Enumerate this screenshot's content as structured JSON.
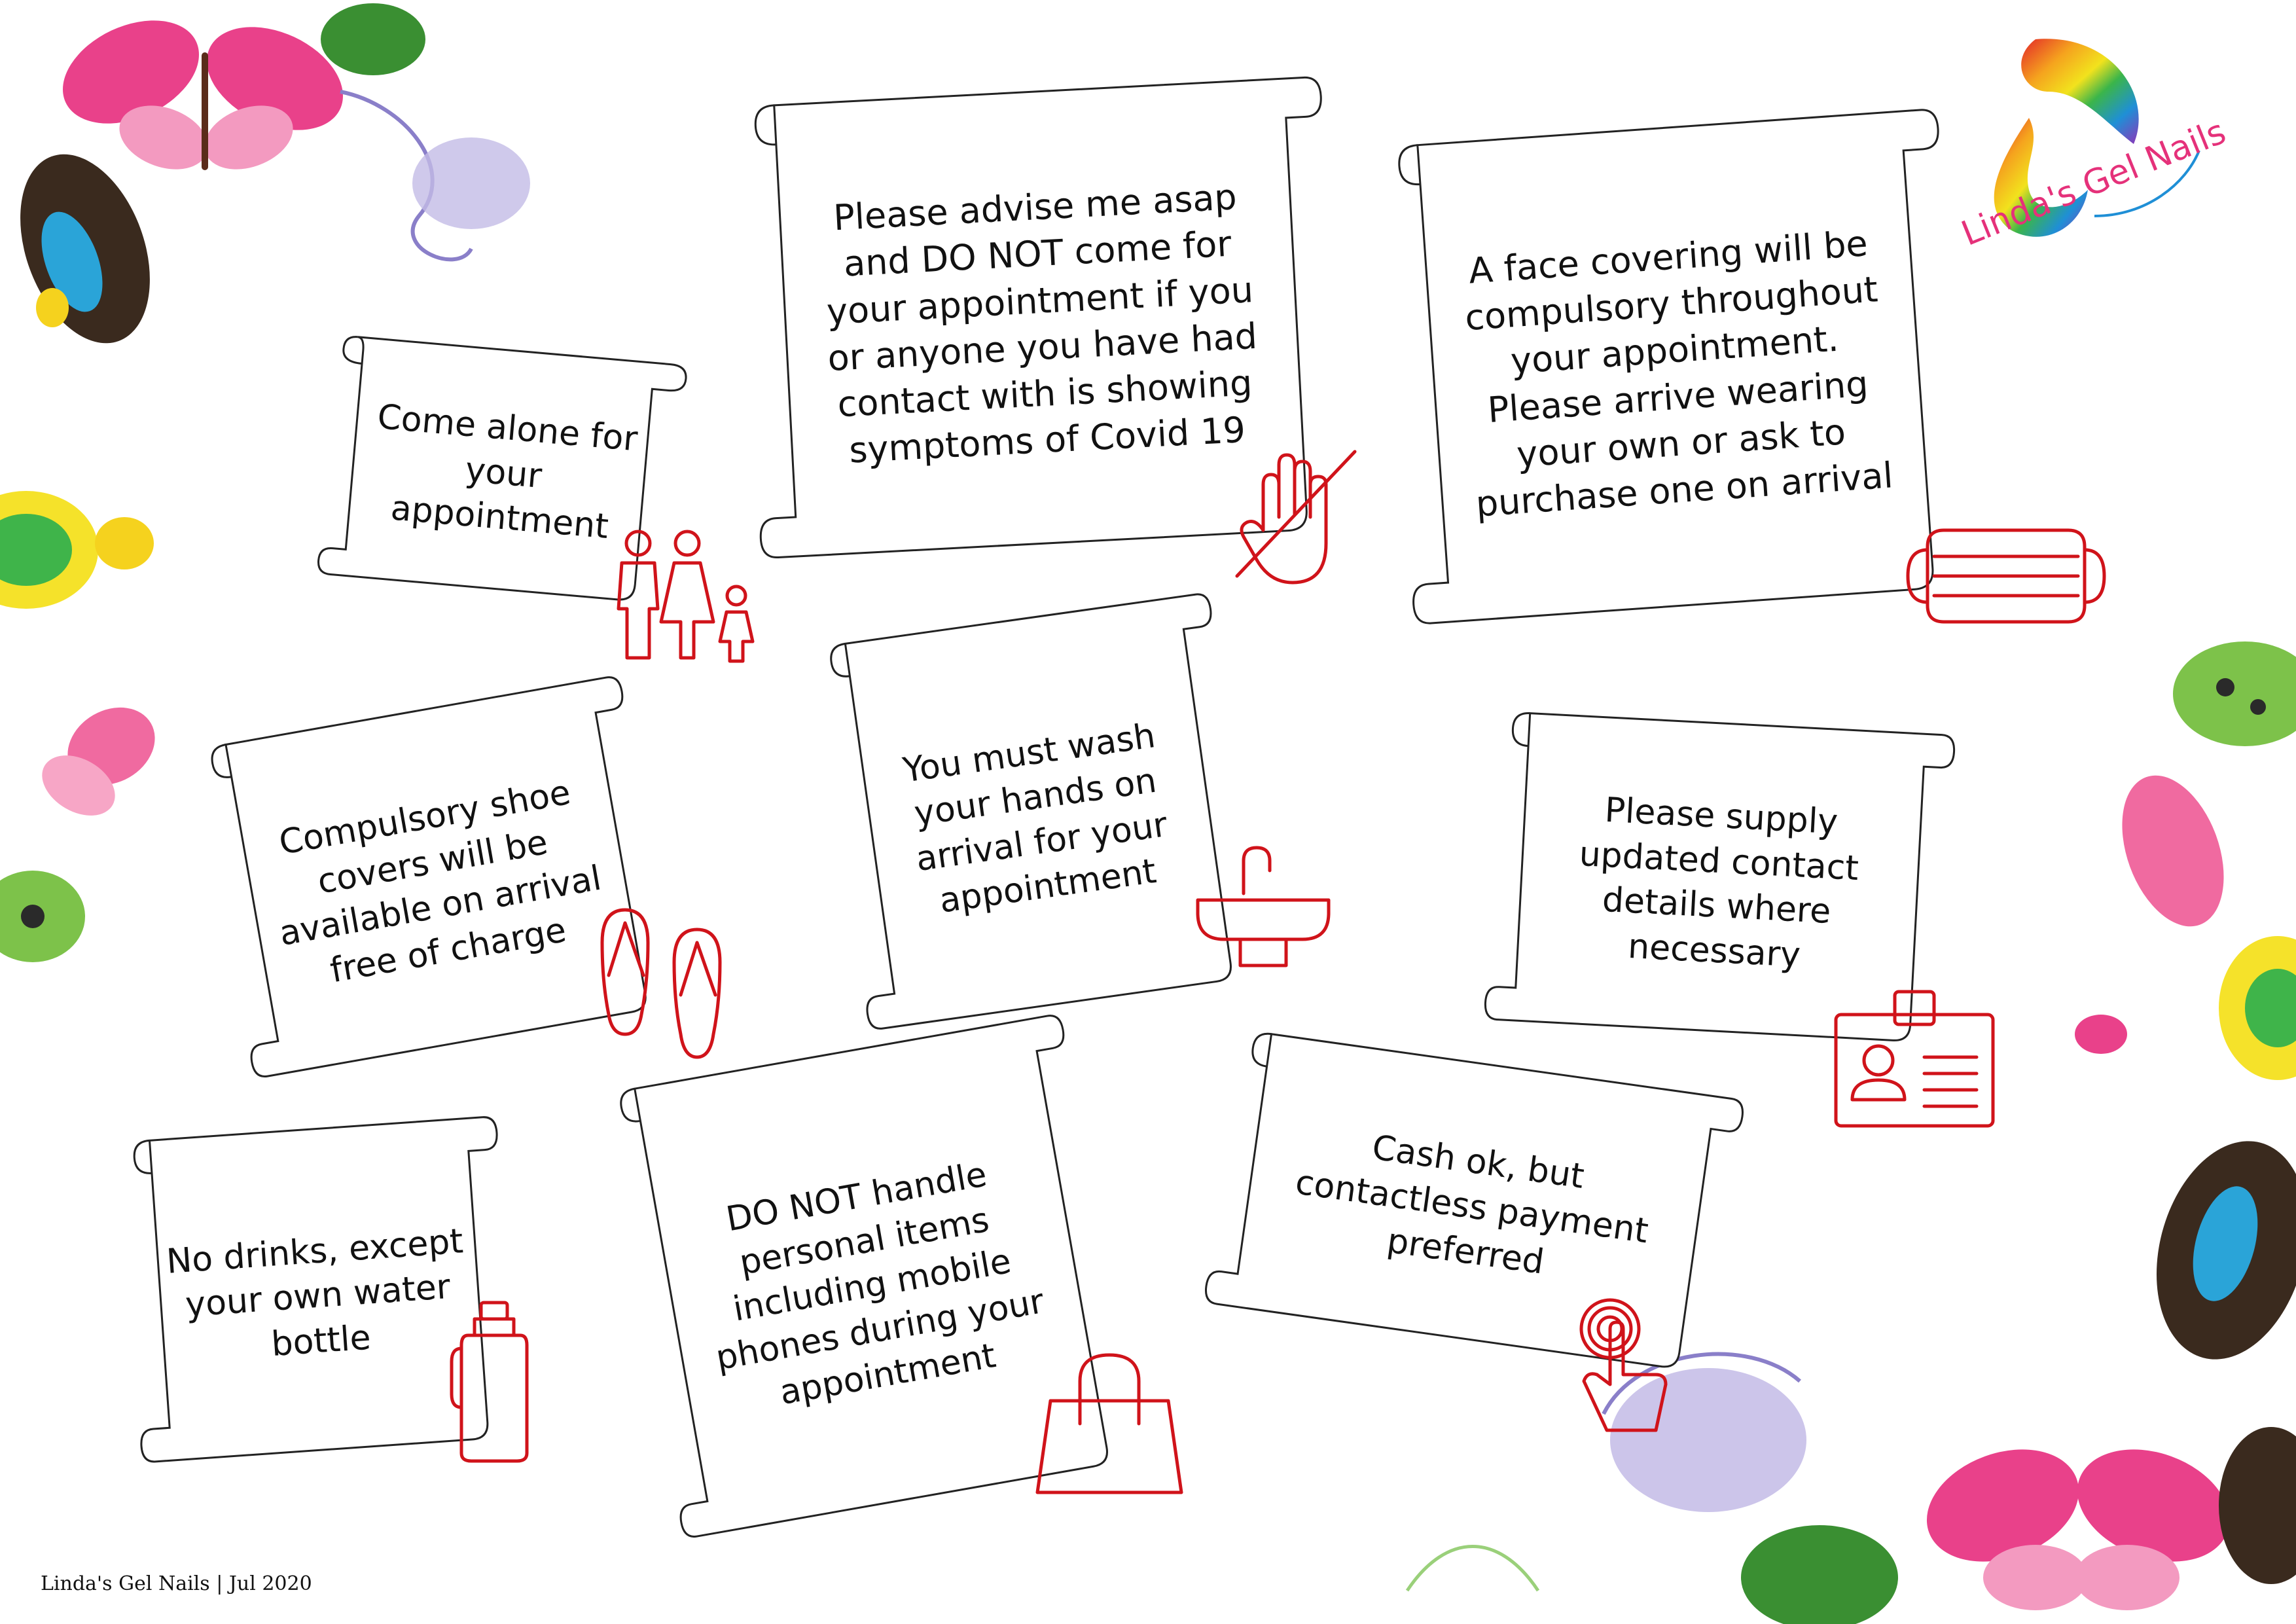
{
  "brand": {
    "logo_text": "Linda's Gel Nails",
    "accent": "#e5317a",
    "icon_color": "#d0131a"
  },
  "notices": [
    {
      "text": "Come alone for your appointment",
      "icon": "family-icon"
    },
    {
      "text": "Please advise me asap and DO NOT come for your appointment if you or anyone you have had contact with is showing symptoms of Covid 19",
      "icon": "no-hand-icon"
    },
    {
      "text": "A face covering will be compulsory throughout your appointment. Please arrive wearing your own or ask to purchase one on arrival",
      "icon": "face-mask-icon"
    },
    {
      "text": "Compulsory shoe covers will be available on arrival free of charge",
      "icon": "flip-flops-icon"
    },
    {
      "text": "You must wash your hands on arrival for your appointment",
      "icon": "sink-tap-icon"
    },
    {
      "text": "Please supply updated contact details where necessary",
      "icon": "id-card-icon"
    },
    {
      "text": "No drinks, except your own water bottle",
      "icon": "water-bottle-icon"
    },
    {
      "text": "DO NOT handle personal items including mobile phones during your appointment",
      "icon": "handbag-icon"
    },
    {
      "text": "Cash ok, but contactless payment preferred",
      "icon": "contactless-tap-icon"
    }
  ],
  "footer": {
    "text": "Linda's Gel Nails | Jul 2020"
  }
}
